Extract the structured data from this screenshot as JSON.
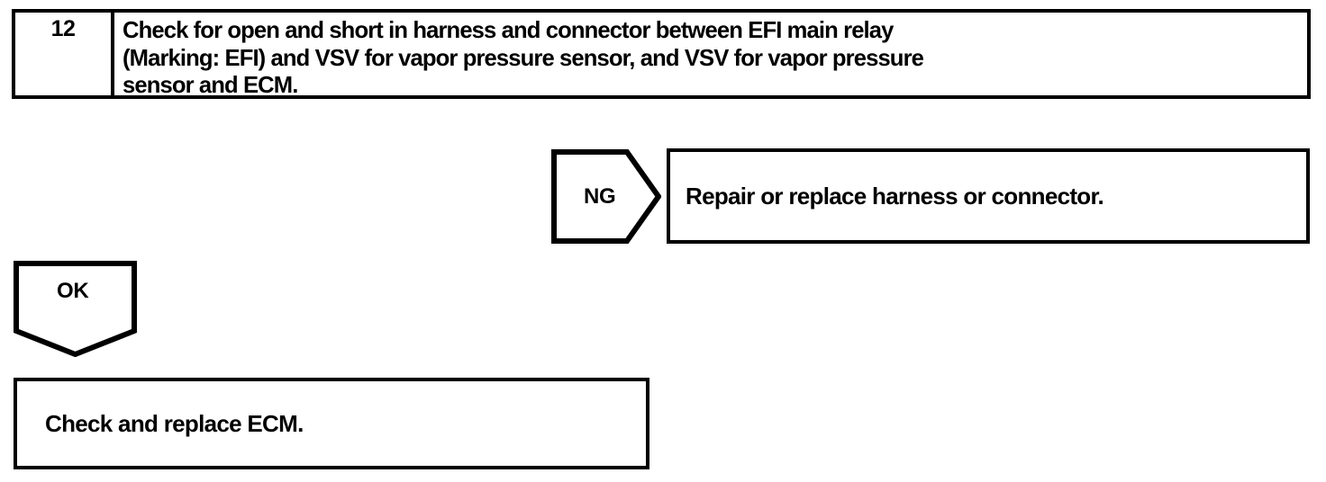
{
  "diagram": {
    "type": "troubleshooting-flowchart",
    "ink_color": "#000000",
    "background_color": "#ffffff"
  },
  "step": {
    "number": "12",
    "instruction_lines": [
      "Check for open and short in harness and connector between EFI main relay",
      "(Marking: EFI) and VSV for vapor pressure sensor, and VSV for vapor pressure",
      "sensor and ECM."
    ],
    "instruction_full": "Check for open and short in harness and connector between EFI main relay (Marking: EFI) and VSV for vapor pressure sensor, and VSV for vapor pressure sensor and ECM."
  },
  "branches": {
    "ng": {
      "label": "NG",
      "outcome": "Repair or replace harness or connector."
    },
    "ok": {
      "label": "OK",
      "outcome": "Check and replace ECM."
    }
  }
}
